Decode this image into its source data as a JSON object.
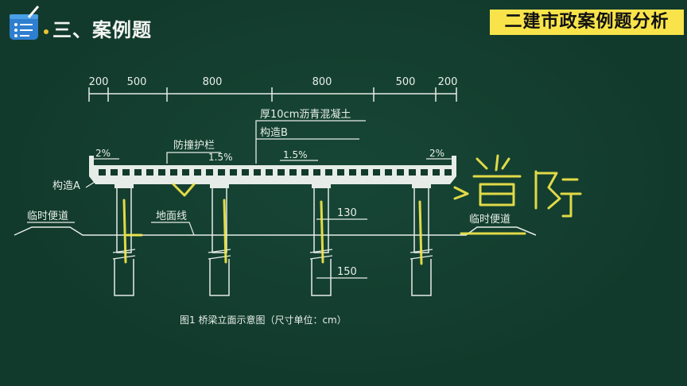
{
  "header": {
    "section_title": "三、案例题",
    "badge": "二建市政案例题分析"
  },
  "dimensions": [
    "200",
    "500",
    "800",
    "800",
    "500",
    "200"
  ],
  "labels": {
    "pavement": "厚10cm沥青混凝土",
    "detail_b": "构造B",
    "guardrail": "防撞护栏",
    "detail_a": "构造A",
    "temp_road_left": "临时便道",
    "temp_road_right": "临时便道",
    "ground_line": "地面线",
    "slope_left": "2%",
    "slope_mid_left": "1.5%",
    "slope_mid_right": "1.5%",
    "slope_right": "2%",
    "pier_dim_upper": "130",
    "pier_dim_lower": "150"
  },
  "caption": "图1   桥梁立面示意图（尺寸单位：cm）",
  "handwriting": "造价",
  "colors": {
    "board": "#123a2c",
    "line": "#e6ece7",
    "badge": "#f8e44a",
    "ink": "#f3e84a"
  }
}
